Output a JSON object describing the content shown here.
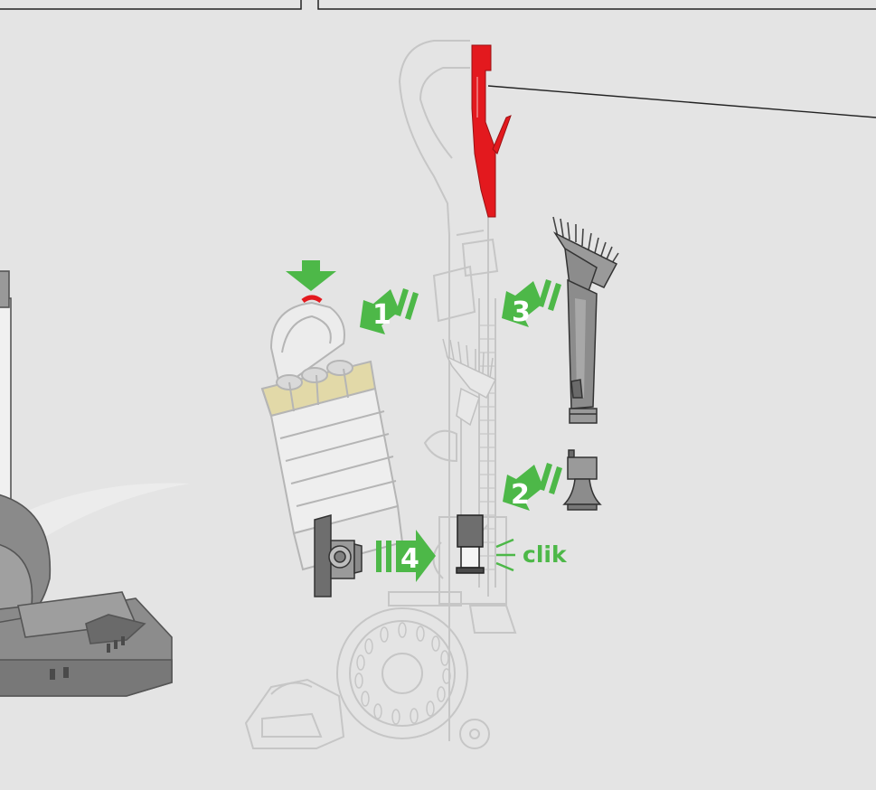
{
  "colors": {
    "background": "#e4e4e4",
    "accent_green": "#4db848",
    "accent_red": "#e3191e",
    "outline_grey": "#c8c8c8",
    "tool_grey": "#8c8c8c",
    "dark_grey": "#4a4a4a"
  },
  "steps": [
    {
      "label": "1"
    },
    {
      "label": "2"
    },
    {
      "label": "3"
    },
    {
      "label": "4"
    }
  ],
  "sound_label": "clik",
  "icons": {
    "press_arrow": "down-arrow-icon",
    "sound_lines": "click-sound-icon"
  }
}
